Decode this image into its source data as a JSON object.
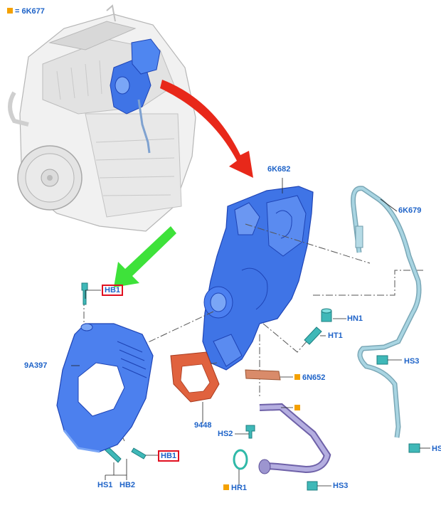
{
  "legend": {
    "marker_color": "#f4a100",
    "text": "= 6K677"
  },
  "colors": {
    "part_blue": "#3f74e6",
    "label_blue": "#1e63c8",
    "callout_red": "#e01020",
    "arrow_red": "#e8281a",
    "arrow_green": "#3ee23a",
    "gasket": "#e0623e",
    "pipe_blue": "#8fc4d4",
    "fastener": "#3fb8b8"
  },
  "labels": {
    "turbo": "6K682",
    "oil_feed_pipe": "6K679",
    "hn1": "HN1",
    "ht1": "HT1",
    "hs3_top": "HS3",
    "gasket_flange": "6N652",
    "gasket_9448": "9448",
    "hs2": "HS2",
    "hr1": "HR1",
    "hs3_bottom": "HS3",
    "hs_right": "HS",
    "hb1_top": "HB1",
    "hb1_bottom": "HB1",
    "heat_shield": "9A397",
    "hs1": "HS1",
    "hb2": "HB2"
  }
}
